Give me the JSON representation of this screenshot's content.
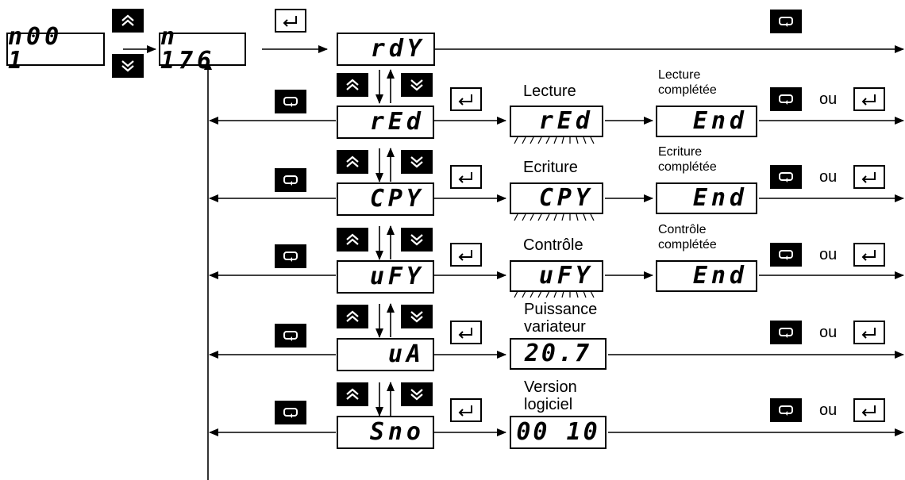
{
  "displays": {
    "n001": "n00 1",
    "n176": "n 176",
    "rdy": "rdY",
    "red": "rEd",
    "cpy": "CPY",
    "ufy": "uFY",
    "ua": "uA",
    "sno": "Sno",
    "red_run": "rEd",
    "cpy_run": "CPY",
    "ufy_run": "uFY",
    "power_value": "20.7",
    "version_value": "00 10",
    "end_read": "End",
    "end_write": "End",
    "end_check": "End"
  },
  "labels": {
    "lecture": "Lecture",
    "lecture_done": "Lecture\ncomplétée",
    "ecriture": "Ecriture",
    "ecriture_done": "Ecriture\ncomplétée",
    "controle": "Contrôle",
    "controle_done": "Contrôle\ncomplétée",
    "puissance": "Puissance\nvariateur",
    "version": "Version\nlogiciel",
    "ou": "ou"
  },
  "icons": {
    "up_key": "double-chevron-up-icon",
    "down_key": "double-chevron-down-icon",
    "enter_key": "enter-return-icon",
    "escape_key": "loop-return-icon"
  },
  "colors": {
    "ink": "#000000",
    "paper": "#ffffff"
  }
}
